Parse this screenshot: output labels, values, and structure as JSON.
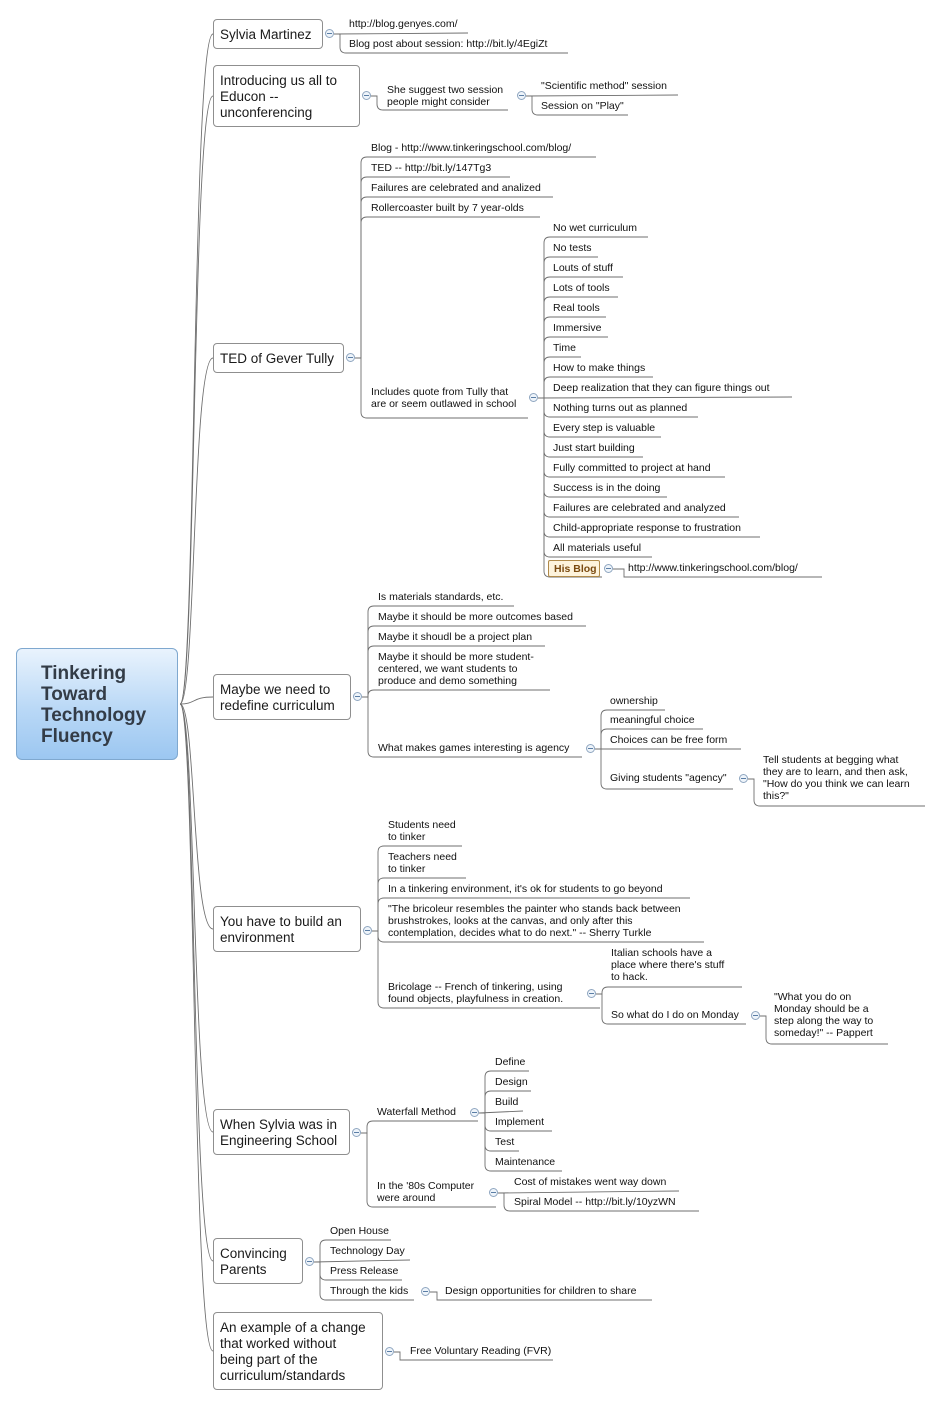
{
  "central_topic": "Tinkering\nToward\nTechnology\nFluency",
  "sylvia": {
    "label": "Sylvia Martinez",
    "link1": "http://blog.genyes.com/",
    "link2": "Blog post about session: http://bit.ly/4EgiZt"
  },
  "intro": {
    "label": "Introducing us all to\nEducon --\nunconferencing",
    "suggest": "She suggest two session\npeople might consider",
    "scientific": "\"Scientific method\" session",
    "play": "Session on \"Play\""
  },
  "ted": {
    "label": "TED of Gever Tully",
    "blog": "Blog - http://www.tinkeringschool.com/blog/",
    "ted_link": "TED -- http://bit.ly/147Tg3",
    "failures": "Failures are celebrated and analized",
    "roller": "Rollercoaster built by 7 year-olds",
    "quote": "Includes quote from Tully that\nare or seem outlawed in school",
    "items": [
      "No wet curriculum",
      "No tests",
      "Louts of stuff",
      "Lots of tools",
      "Real tools",
      "Immersive",
      "Time",
      "How to make things",
      "Deep realization that they can figure things out",
      "Nothing turns out as planned",
      "Every step is valuable",
      "Just start building",
      "Fully committed to project at hand",
      "Success is in the doing",
      "Failures are celebrated and analyzed",
      "Child-appropriate response to frustration",
      "All materials useful"
    ],
    "his_blog": "His Blog",
    "his_blog_url": "http://www.tinkeringschool.com/blog/"
  },
  "curriculum": {
    "label": "Maybe we need to\nredefine curriculum",
    "standards": "Is materials standards, etc.",
    "outcomes": "Maybe it should be more outcomes based",
    "project": "Maybe it shoudl be a project plan",
    "student": "Maybe it should be more student-\ncentered, we want students to\nproduce and demo something",
    "games": "What makes games interesting is agency",
    "ownership": "ownership",
    "meaningful": "meaningful choice",
    "choices": "Choices can be free form",
    "agency": "Giving students \"agency\"",
    "tell": "Tell students at begging what\nthey are to learn, and then ask,\n\"How do you think we can learn\nthis?\""
  },
  "environment": {
    "label": "You have to build an\nenvironment",
    "students": "Students need\nto tinker",
    "teachers": "Teachers need\nto tinker",
    "beyond": "In a tinkering environment, it's ok for students to go beyond",
    "bricoleur": "\"The bricoleur resembles the painter who stands back between\nbrushstrokes, looks at the canvas, and only after this\ncontemplation, decides what to do next.\" -- Sherry Turkle",
    "bricolage": "Bricolage -- French of tinkering, using\nfound objects, playfulness in creation.",
    "italian": "Italian schools have a\nplace where there's stuff\nto hack.",
    "monday": "So what do I do on Monday",
    "papert": "\"What you do on\nMonday should be a\nstep along the way to\nsomeday!\" -- Pappert"
  },
  "engineering": {
    "label": "When Sylvia was in\nEngineering School",
    "waterfall": "Waterfall Method",
    "steps": [
      "Define",
      "Design",
      "Build",
      "Implement",
      "Test",
      "Maintenance"
    ],
    "eighties": "In the '80s Computer\nwere around",
    "cost": "Cost of mistakes went way down",
    "spiral": "Spiral Model -- http://bit.ly/10yzWN"
  },
  "parents": {
    "label": "Convincing\nParents",
    "open_house": "Open House",
    "tech_day": "Technology Day",
    "press": "Press Release",
    "kids": "Through the kids",
    "design_opps": "Design opportunities for children to share"
  },
  "example": {
    "label": "An example of a change\nthat worked without\nbeing part of the\ncurriculum/standards",
    "fvr": "Free Voluntary Reading (FVR)"
  }
}
